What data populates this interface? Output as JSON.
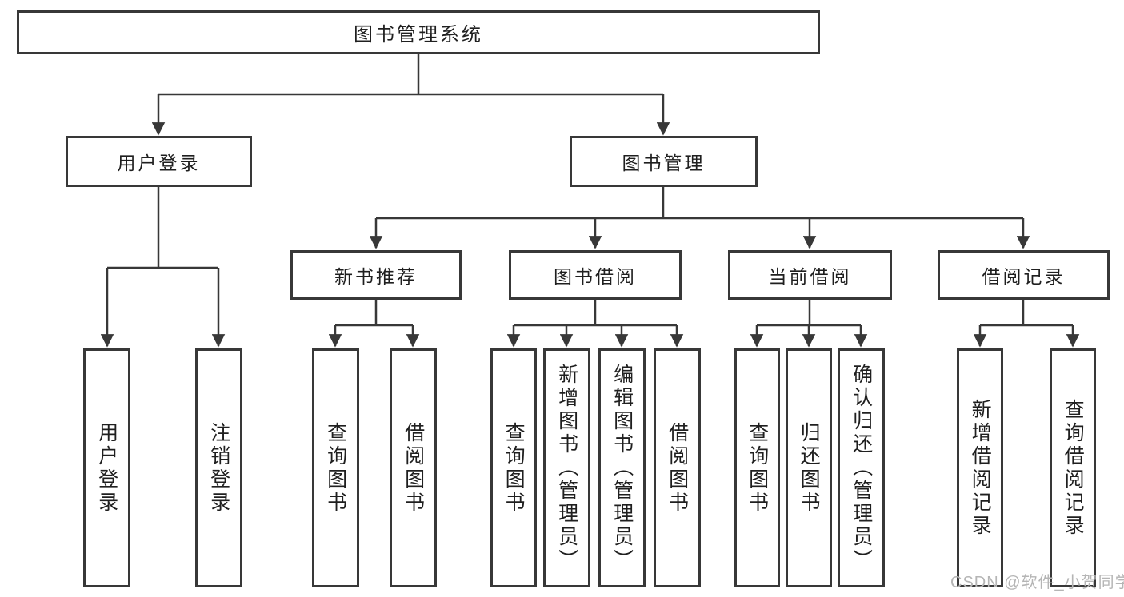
{
  "tree": {
    "root": {
      "label": "图书管理系统"
    },
    "level2": [
      {
        "label": "用户登录",
        "children": [
          "用户登录",
          "注销登录"
        ]
      },
      {
        "label": "图书管理"
      }
    ],
    "level3": [
      {
        "label": "新书推荐",
        "children": [
          "查询图书",
          "借阅图书"
        ]
      },
      {
        "label": "图书借阅",
        "children": [
          "查询图书",
          "新增图书（管理员）",
          "编辑图书（管理员）",
          "借阅图书"
        ]
      },
      {
        "label": "当前借阅",
        "children": [
          "查询图书",
          "归还图书",
          "确认归还（管理员）"
        ]
      },
      {
        "label": "借阅记录",
        "children": [
          "新增借阅记录",
          "查询借阅记录"
        ]
      }
    ]
  },
  "watermark": {
    "text": "CSDN @软件_小贺同学"
  },
  "colors": {
    "line": "#383838",
    "text": "#1f1f1f",
    "watermark": "#b5b5b5",
    "background": "#ffffff"
  }
}
